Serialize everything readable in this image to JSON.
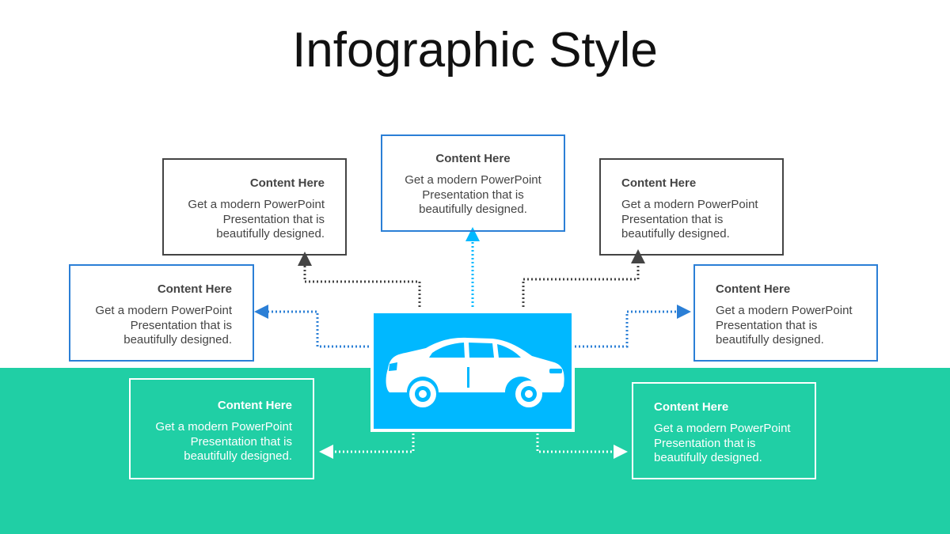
{
  "title": "Infographic Style",
  "colors": {
    "teal": "#20CFA5",
    "blue": "#2B7FD6",
    "dark": "#444444",
    "cyan": "#00B8FF",
    "white": "#FFFFFF"
  },
  "hub": {
    "icon": "car-icon"
  },
  "boxes": [
    {
      "heading": "Content  Here",
      "text": "Get a modern PowerPoint Presentation that is beautifully designed."
    },
    {
      "heading": "Content  Here",
      "text": "Get a modern PowerPoint Presentation that is beautifully designed."
    },
    {
      "heading": "Content  Here",
      "text": "Get a modern PowerPoint Presentation that is beautifully designed."
    },
    {
      "heading": "Content  Here",
      "text": "Get a modern PowerPoint Presentation that is beautifully designed."
    },
    {
      "heading": "Content  Here",
      "text": "Get a modern PowerPoint Presentation that is beautifully designed."
    },
    {
      "heading": "Content  Here",
      "text": "Get a modern PowerPoint Presentation that is beautifully designed."
    },
    {
      "heading": "Content  Here",
      "text": "Get a modern PowerPoint Presentation that is beautifully designed."
    }
  ]
}
